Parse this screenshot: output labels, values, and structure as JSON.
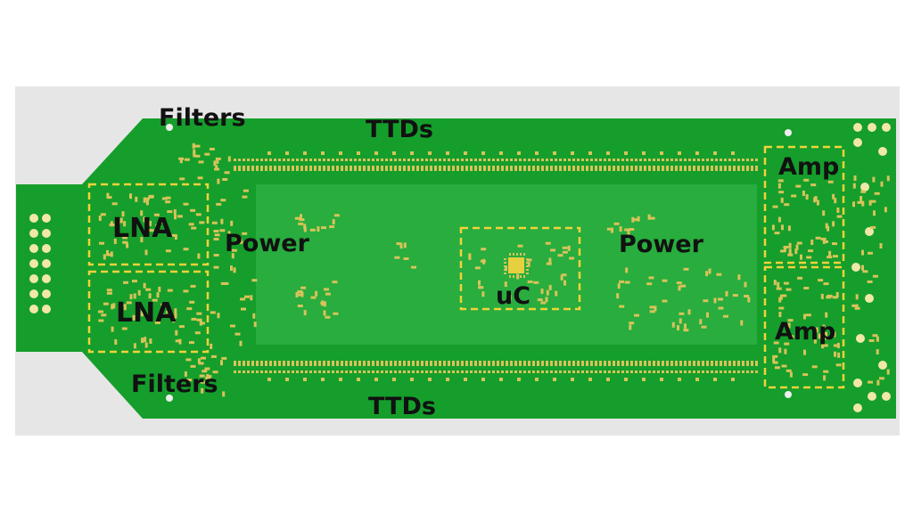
{
  "labels": {
    "filters_top": "Filters",
    "filters_bottom": "Filters",
    "ttds_top": "TTDs",
    "ttds_bottom": "TTDs",
    "lna_top": "LNA",
    "lna_bottom": "LNA",
    "power_left": "Power",
    "power_right": "Power",
    "uc": "uC",
    "amp_top": "Amp",
    "amp_bottom": "Amp"
  },
  "colors": {
    "background": "#ffffff",
    "frame": "#e6e6e6",
    "board": "#159e2b",
    "inner_plane": "#28ad3e",
    "pads": "#d8c35a",
    "outline": "#f2d23a",
    "label": "#111111"
  }
}
